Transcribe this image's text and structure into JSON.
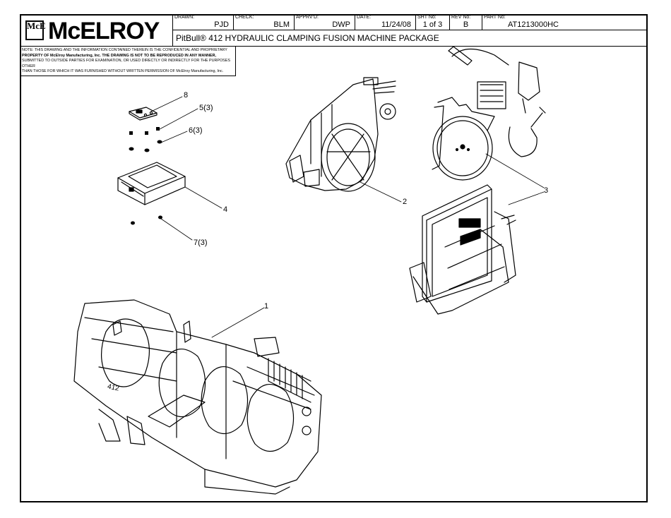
{
  "logo": {
    "mark": "McE",
    "brand": "McELROY"
  },
  "title_block": {
    "drawn": {
      "label": "DRAWN:",
      "value": "PJD"
    },
    "check": {
      "label": "CHECK:",
      "value": "BLM"
    },
    "apprvd": {
      "label": "APPRV'D:",
      "value": "DWP"
    },
    "date": {
      "label": "DATE:",
      "value": "11/24/08"
    },
    "sht": {
      "label": "SHT No:",
      "value": "1 of 3"
    },
    "rev": {
      "label": "REV No:",
      "value": "B"
    },
    "part": {
      "label": "PART No:",
      "value": "AT1213000HC"
    },
    "title": "PitBull® 412 HYDRAULIC CLAMPING FUSION MACHINE PACKAGE"
  },
  "note": {
    "line1": "NOTE: THIS DRAWING AND THE INFORMATION CONTAINED THEREIN IS THE CONFIDENTIAL AND PROPRIETARY",
    "line2": "PROPERTY OF McElroy Manufacturing, Inc. THE DRAWING IS NOT TO BE REPRODUCED IN ANY MANNER,",
    "line3": "SUBMITTED TO OUTSIDE PARTIES FOR EXAMINATION, OR USED DIRECTLY OR INDIRECTLY FOR THE PURPOSES OTHER",
    "line4": "THAN THOSE FOR WHICH IT WAS FURNISHED WITHOUT WRITTEN PERMISSION OF McElroy Manufacturing, Inc."
  },
  "callouts": {
    "c1": "1",
    "c2": "2",
    "c3": "3",
    "c4": "4",
    "c5": "5(3)",
    "c6": "6(3)",
    "c7": "7(3)",
    "c8": "8"
  },
  "machine_plate": "412"
}
